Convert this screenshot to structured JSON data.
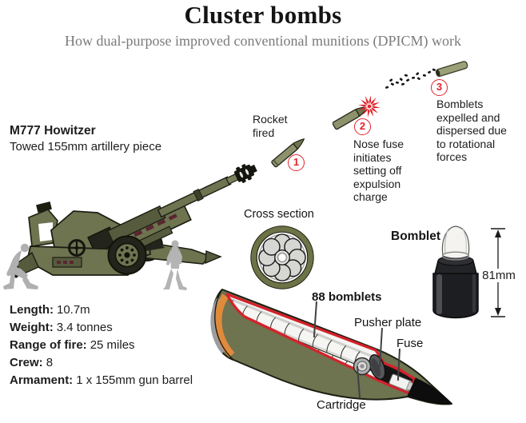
{
  "title": "Cluster bombs",
  "subtitle": "How dual-purpose improved conventional munitions (DPICM) work",
  "howitzer": {
    "name": "M777 Howitzer",
    "description": "Towed 155mm artillery piece"
  },
  "specs": {
    "items": [
      {
        "label": "Length:",
        "value": "10.7m"
      },
      {
        "label": "Weight:",
        "value": "3.4 tonnes"
      },
      {
        "label": "Range of fire:",
        "value": "25 miles"
      },
      {
        "label": "Crew:",
        "value": "8"
      },
      {
        "label": "Armament:",
        "value": "1 x 155mm gun barrel"
      }
    ]
  },
  "steps": [
    {
      "number": "1",
      "text": "Rocket fired"
    },
    {
      "number": "2",
      "text": "Nose fuse initiates setting off expulsion charge"
    },
    {
      "number": "3",
      "text": "Bomblets expelled and dispersed due to rotational forces"
    }
  ],
  "cross_section": {
    "label": "Cross section"
  },
  "bomblet": {
    "label": "Bomblet",
    "size": "81mm"
  },
  "cutaway": {
    "bomblets_label": "88 bomblets",
    "pusher_plate_label": "Pusher plate",
    "fuse_label": "Fuse",
    "cartridge_label": "Cartridge"
  },
  "colors": {
    "accent_red": "#e1232a",
    "lining_red": "#d5212a",
    "olive": "#6e7350",
    "olive_dark": "#565b3e",
    "outline": "#1c1e12",
    "subtitle_gray": "#7a7a7a",
    "silhouette_gray": "#b2b2b2",
    "orange_band": "#e08a3c",
    "near_black": "#141414"
  }
}
